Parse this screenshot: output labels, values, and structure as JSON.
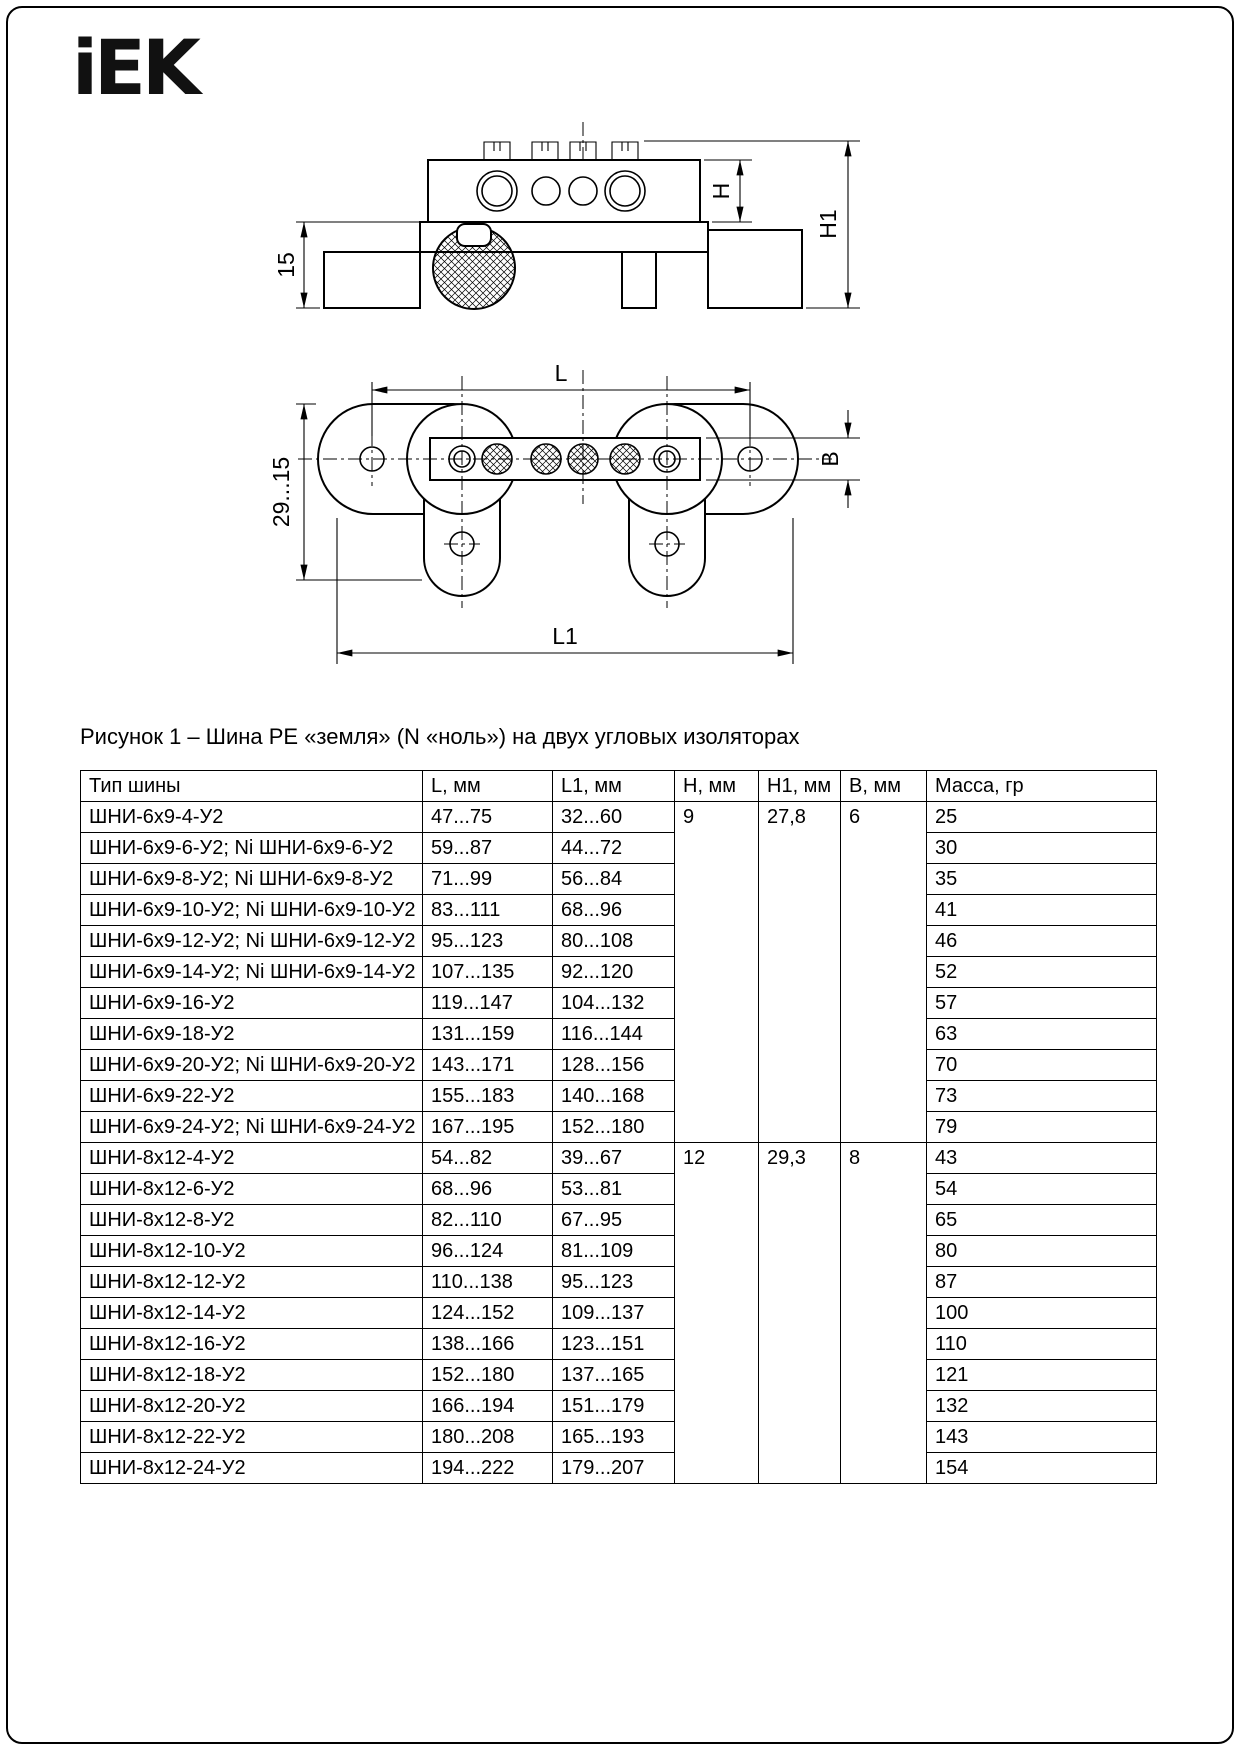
{
  "page": {
    "logo_text": "iEK",
    "caption": "Рисунок 1 – Шина PE «земля» (N «ноль») на двух угловых изоляторах"
  },
  "drawing": {
    "dims": {
      "d15": "15",
      "h": "H",
      "h1": "H1",
      "l": "L",
      "d2915": "29...15",
      "b": "B",
      "l1": "L1"
    }
  },
  "table": {
    "headers": [
      "Тип шины",
      "L, мм",
      "L1, мм",
      "H, мм",
      "H1, мм",
      "B, мм",
      "Масса, гр"
    ],
    "groups": [
      {
        "shared": {
          "h": "9",
          "h1": "27,8",
          "b": "6"
        },
        "rows": [
          {
            "type": "ШНИ-6x9-4-У2",
            "l": "47...75",
            "l1": "32...60",
            "mass": "25"
          },
          {
            "type": "ШНИ-6x9-6-У2; Ni ШНИ-6x9-6-У2",
            "l": "59...87",
            "l1": "44...72",
            "mass": "30"
          },
          {
            "type": "ШНИ-6x9-8-У2; Ni ШНИ-6x9-8-У2",
            "l": "71...99",
            "l1": "56...84",
            "mass": "35"
          },
          {
            "type": "ШНИ-6x9-10-У2; Ni ШНИ-6x9-10-У2",
            "l": "83...111",
            "l1": "68...96",
            "mass": "41"
          },
          {
            "type": "ШНИ-6x9-12-У2; Ni ШНИ-6x9-12-У2",
            "l": "95...123",
            "l1": "80...108",
            "mass": "46"
          },
          {
            "type": "ШНИ-6x9-14-У2; Ni ШНИ-6x9-14-У2",
            "l": "107...135",
            "l1": "92...120",
            "mass": "52"
          },
          {
            "type": "ШНИ-6x9-16-У2",
            "l": "119...147",
            "l1": "104...132",
            "mass": "57"
          },
          {
            "type": "ШНИ-6x9-18-У2",
            "l": "131...159",
            "l1": "116...144",
            "mass": "63"
          },
          {
            "type": "ШНИ-6x9-20-У2; Ni ШНИ-6x9-20-У2",
            "l": "143...171",
            "l1": "128...156",
            "mass": "70"
          },
          {
            "type": "ШНИ-6x9-22-У2",
            "l": "155...183",
            "l1": "140...168",
            "mass": "73"
          },
          {
            "type": "ШНИ-6x9-24-У2; Ni ШНИ-6x9-24-У2",
            "l": "167...195",
            "l1": "152...180",
            "mass": "79"
          }
        ]
      },
      {
        "shared": {
          "h": "12",
          "h1": "29,3",
          "b": "8"
        },
        "rows": [
          {
            "type": "ШНИ-8x12-4-У2",
            "l": "54...82",
            "l1": "39...67",
            "mass": "43"
          },
          {
            "type": "ШНИ-8x12-6-У2",
            "l": "68...96",
            "l1": "53...81",
            "mass": "54"
          },
          {
            "type": "ШНИ-8x12-8-У2",
            "l": "82...110",
            "l1": "67...95",
            "mass": "65"
          },
          {
            "type": "ШНИ-8x12-10-У2",
            "l": "96...124",
            "l1": "81...109",
            "mass": "80"
          },
          {
            "type": "ШНИ-8x12-12-У2",
            "l": "110...138",
            "l1": "95...123",
            "mass": "87"
          },
          {
            "type": "ШНИ-8x12-14-У2",
            "l": "124...152",
            "l1": "109...137",
            "mass": "100"
          },
          {
            "type": "ШНИ-8x12-16-У2",
            "l": "138...166",
            "l1": "123...151",
            "mass": "110"
          },
          {
            "type": "ШНИ-8x12-18-У2",
            "l": "152...180",
            "l1": "137...165",
            "mass": "121"
          },
          {
            "type": "ШНИ-8x12-20-У2",
            "l": "166...194",
            "l1": "151...179",
            "mass": "132"
          },
          {
            "type": "ШНИ-8x12-22-У2",
            "l": "180...208",
            "l1": "165...193",
            "mass": "143"
          },
          {
            "type": "ШНИ-8x12-24-У2",
            "l": "194...222",
            "l1": "179...207",
            "mass": "154"
          }
        ]
      }
    ]
  }
}
